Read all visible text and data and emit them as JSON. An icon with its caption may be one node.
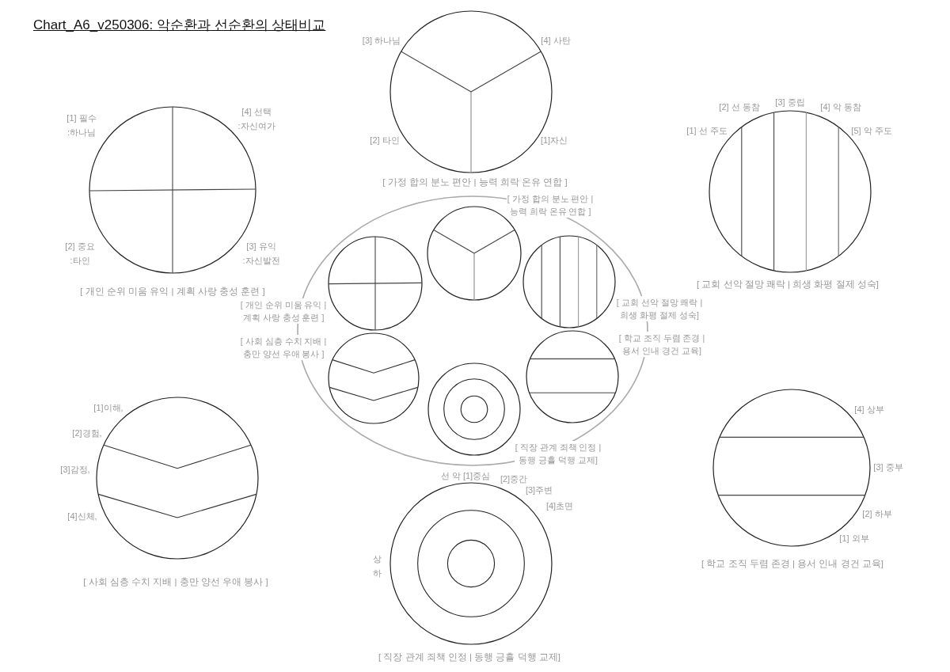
{
  "diagram": {
    "title": "Chart_A6_v250306: 악순환과 선순환의 상태비교",
    "nodes": [
      {
        "text": [
          "[ 가정 합의 분노 편안 | 능력 희락 온유 연합 ]"
        ],
        "beside": [
          "[3] 하나님",
          "[4] 사탄",
          "[2] 타인",
          "[1]자신"
        ]
      },
      {
        "text": [
          "[ 개인 순위 미움 유익 | 계획 사랑 충성 훈련 ]"
        ],
        "beside": [
          "[1] 필수 :하나님",
          "[4] 선택 :자신여가",
          "[2] 중요 :타인",
          "[3] 유익 :자신발전"
        ]
      },
      {
        "text": [
          "[ 교회 선악 절망 쾌락 | 희생 화평 절제 성숙]"
        ],
        "beside": [
          "[1] 선 주도",
          "[2] 선 동참",
          "[3] 중립",
          "[4] 악 동참",
          "[5] 악 주도"
        ]
      },
      {
        "text": [],
        "shape": "ellipse"
      },
      {
        "text": [
          "[ 가정 합의 분노 편안 | 능력 희락 온유 연합 ]"
        ],
        "in": 3
      },
      {
        "text": [
          "[ 개인 순위 미움 유익 | 계획 사랑 충성 훈련 ]"
        ],
        "in": 3
      },
      {
        "text": [
          "[ 교회 선악 절망 쾌락 | 희생 화평 절제 성숙]"
        ],
        "in": 3
      },
      {
        "text": [
          "[ 사회 심층 수치 지배 | 충만 양선 우애 봉사 ]"
        ],
        "in": 3
      },
      {
        "text": [
          "[ 학교 조직 두렴 존경 | 용서 인내 경건 교육]"
        ],
        "in": 3
      },
      {
        "text": [
          "[ 직장 관계 죄책 인정 | 동행 긍휼 덕행 교제]"
        ],
        "in": 3
      },
      {
        "text": [
          "[ 사회 심층 수치 지배 | 충만 양선 우애 봉사 ]"
        ],
        "beside": [
          "[1]이해,",
          "[2]경험,",
          "[3]감정,",
          "[4]신체,"
        ]
      },
      {
        "text": [
          "[ 학교 조직 두렴 존경 | 용서 인내 경건 교육]"
        ],
        "beside": [
          "[4] 상부",
          "[3] 중부",
          "[2] 하부",
          "[1] 외부"
        ]
      },
      {
        "text": [
          "[ 직장 관계 죄책 인정 | 동행 긍휼 덕행 교제]"
        ],
        "beside": [
          "선 악 [1]중심",
          "[2]중간",
          "[3]주변",
          "[4]초면",
          "상",
          "하"
        ]
      }
    ]
  }
}
